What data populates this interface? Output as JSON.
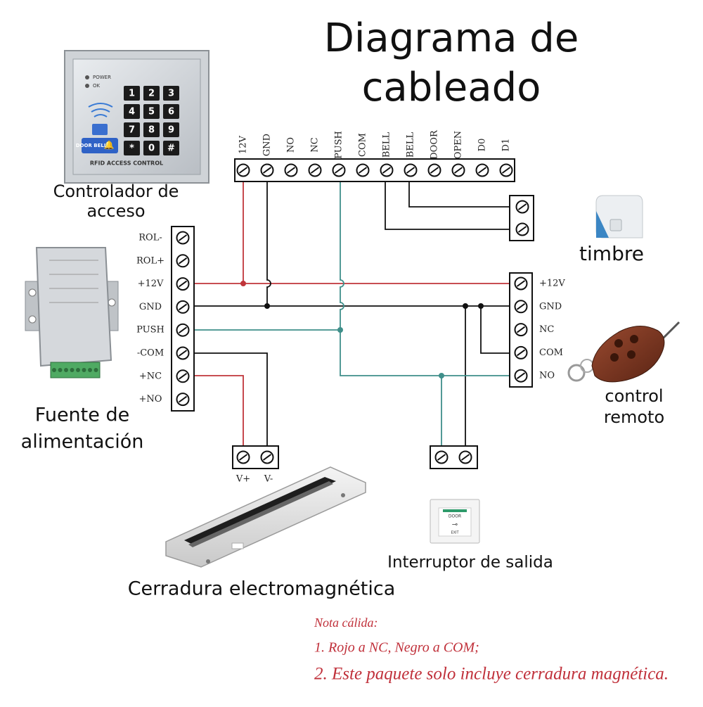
{
  "title": {
    "line1": "Diagrama de",
    "line2": "cableado"
  },
  "controller": {
    "caption_line1": "Controlador de",
    "caption_line2": "acceso",
    "keys": [
      "1",
      "2",
      "3",
      "4",
      "5",
      "6",
      "7",
      "8",
      "9",
      "*",
      "0",
      "#"
    ],
    "panel_label": "RFID ACCESS CONTROL",
    "indicators": [
      "POWER",
      "OK"
    ],
    "door_bell_label": "DOOR BELL",
    "terminals": [
      "12V",
      "GND",
      "NO",
      "NC",
      "PUSH",
      "COM",
      "BELL",
      "BELL",
      "DOOR",
      "OPEN",
      "D0",
      "D1"
    ]
  },
  "power_supply": {
    "caption_line1": "Fuente de",
    "caption_line2": "alimentación",
    "terminals": [
      "ROL-",
      "ROL+",
      "+12V",
      "GND",
      "PUSH",
      "-COM",
      "+NC",
      "+NO"
    ]
  },
  "remote_module": {
    "terminals": [
      "+12V",
      "GND",
      "NC",
      "COM",
      "NO"
    ]
  },
  "bell": {
    "caption": "timbre"
  },
  "remote": {
    "caption_line1": "control",
    "caption_line2": "remoto"
  },
  "lock": {
    "caption": "Cerradura electromagnética",
    "terminals": [
      "V+",
      "V-"
    ]
  },
  "exit_switch": {
    "caption": "Interruptor de salida",
    "top_label": "DOOR",
    "bottom_label": "EXIT"
  },
  "notes": {
    "line1": "Nota cálida:",
    "line2": "1. Rojo a NC, Negro a COM;",
    "line3": "2. Este paquete solo incluye cerradura magnética."
  },
  "colors": {
    "wire_red": "#c0353a",
    "wire_black": "#111111",
    "wire_teal": "#3f8f8a",
    "note_red": "#c0303a"
  }
}
